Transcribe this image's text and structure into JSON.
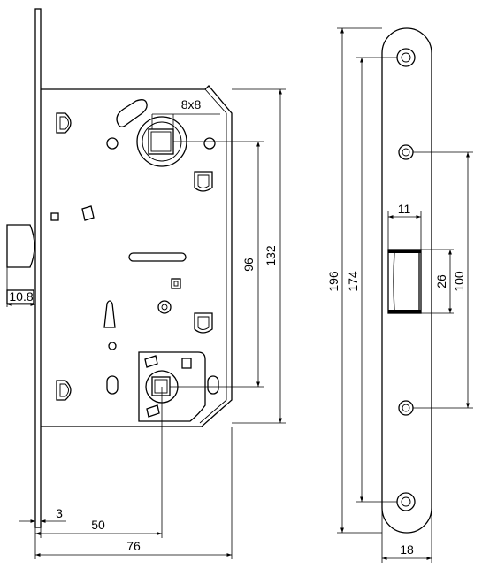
{
  "dimensions": {
    "backset": "50",
    "case_depth": "76",
    "faceplate_thickness": "3",
    "latch_projection": "10.8",
    "spindle_square": "8x8",
    "spindle_to_lower": "96",
    "case_height": "132",
    "faceplate_length": "196",
    "screw_spacing": "174",
    "strike_width": "11",
    "strike_height": "26",
    "mount_spacing": "100",
    "faceplate_width": "18"
  }
}
